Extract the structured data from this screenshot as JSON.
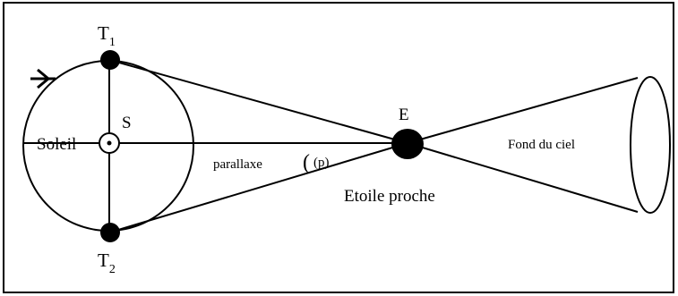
{
  "labels": {
    "earth_top": "T",
    "earth_top_sub": "1",
    "earth_bottom": "T",
    "earth_bottom_sub": "2",
    "sun_letter": "S",
    "sun_name": "Soleil",
    "star_letter": "E",
    "star_name": "Etoile proche",
    "parallax": "parallaxe",
    "parallax_symbol": "(p)",
    "angle_mark": "(",
    "background": "Fond du ciel"
  },
  "colors": {
    "line": "#000000",
    "fill": "#000000",
    "background": "#ffffff"
  },
  "icons": {
    "orbit_direction": "arrow-head-icon",
    "sun_symbol": "dotted-circle-icon"
  }
}
